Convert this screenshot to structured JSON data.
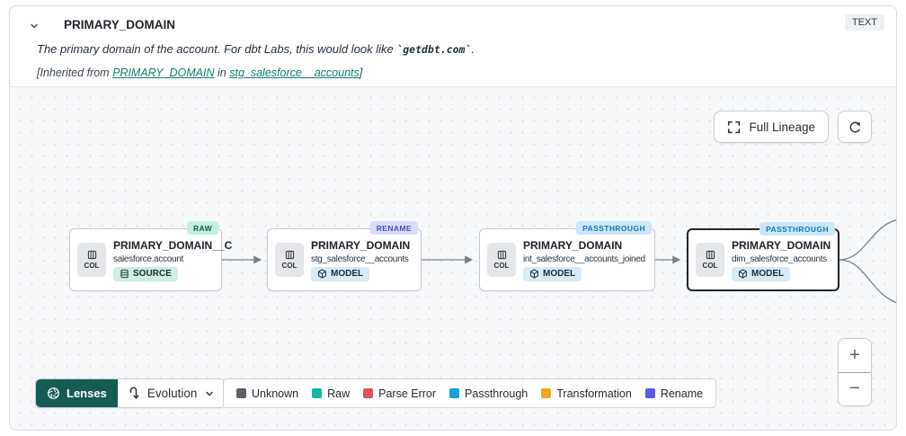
{
  "header": {
    "title": "PRIMARY_DOMAIN",
    "type_badge": "TEXT",
    "description_prefix": "The primary domain of the account. For dbt Labs, this would look like ",
    "description_code": "`getdbt.com`",
    "description_suffix": ".",
    "inherited_prefix": "[Inherited from ",
    "inherited_link_column": "PRIMARY_DOMAIN",
    "inherited_middle": " in ",
    "inherited_link_model": "stg_salesforce__accounts",
    "inherited_suffix": "]"
  },
  "toolbar": {
    "full_lineage_label": "Full Lineage"
  },
  "nodes": [
    {
      "title": "PRIMARY_DOMAIN__C",
      "subtitle": "salesforce.account",
      "col_label": "COL",
      "resource_label": "SOURCE",
      "status": "RAW"
    },
    {
      "title": "PRIMARY_DOMAIN",
      "subtitle": "stg_salesforce__accounts",
      "col_label": "COL",
      "resource_label": "MODEL",
      "status": "RENAME"
    },
    {
      "title": "PRIMARY_DOMAIN",
      "subtitle": "int_salesforce__accounts_joined",
      "col_label": "COL",
      "resource_label": "MODEL",
      "status": "PASSTHROUGH"
    },
    {
      "title": "PRIMARY_DOMAIN",
      "subtitle": "dim_salesforce_accounts",
      "col_label": "COL",
      "resource_label": "MODEL",
      "status": "PASSTHROUGH"
    }
  ],
  "lenses": {
    "label": "Lenses",
    "selected_lens": "Evolution"
  },
  "legend": [
    {
      "label": "Unknown",
      "color": "#5c6066"
    },
    {
      "label": "Raw",
      "color": "#15b7a4"
    },
    {
      "label": "Parse Error",
      "color": "#e34f5e"
    },
    {
      "label": "Passthrough",
      "color": "#169fdb"
    },
    {
      "label": "Transformation",
      "color": "#f0a61f"
    },
    {
      "label": "Rename",
      "color": "#5a5be0"
    }
  ],
  "zoom_controls": {
    "zoom_in": "+",
    "zoom_out": "−"
  },
  "icons": {
    "collapse": "chevron-down",
    "full_lineage": "expand-corners",
    "refresh": "circular-arrow",
    "column": "table-columns",
    "source": "database-rows",
    "model": "cube",
    "lenses": "aperture",
    "evolution": "route-arrow",
    "dropdown": "chevron-down"
  },
  "colors": {
    "accent_teal": "#0e7c6f",
    "lenses_bg": "#175c54",
    "edge": "#778089"
  }
}
